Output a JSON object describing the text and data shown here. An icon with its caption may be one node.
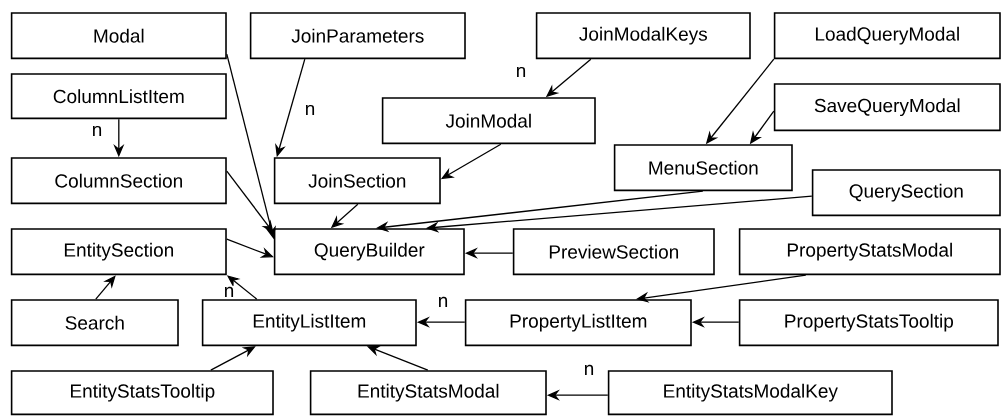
{
  "diagram": {
    "nodes": [
      {
        "text": [
          "Modal"
        ]
      },
      {
        "text": [
          "JoinParameters"
        ]
      },
      {
        "text": [
          "JoinModalKeys"
        ]
      },
      {
        "text": [
          "LoadQueryModal"
        ]
      },
      {
        "text": [
          "ColumnListItem"
        ]
      },
      {
        "text": [
          "JoinModal"
        ]
      },
      {
        "text": [
          "SaveQueryModal"
        ]
      },
      {
        "text": [
          "ColumnSection"
        ]
      },
      {
        "text": [
          "JoinSection"
        ]
      },
      {
        "text": [
          "MenuSection"
        ]
      },
      {
        "text": [
          "QuerySection"
        ]
      },
      {
        "text": [
          "EntitySection"
        ]
      },
      {
        "text": [
          "QueryBuilder"
        ]
      },
      {
        "text": [
          "PreviewSection"
        ]
      },
      {
        "text": [
          "PropertyStatsModal"
        ]
      },
      {
        "text": [
          "Search"
        ]
      },
      {
        "text": [
          "EntityListItem"
        ]
      },
      {
        "text": [
          "PropertyListItem"
        ]
      },
      {
        "text": [
          "PropertyStatsTooltip"
        ]
      },
      {
        "text": [
          "EntityStatsTooltip"
        ]
      },
      {
        "text": [
          "EntityStatsModal"
        ]
      },
      {
        "text": [
          "EntityStatsModalKey"
        ]
      }
    ],
    "edges": [
      {
        "from": 0,
        "to": 12,
        "arrow": "to"
      },
      {
        "from": 1,
        "to": 8,
        "arrow": "to",
        "label": "n"
      },
      {
        "from": 2,
        "to": 5,
        "arrow": "to",
        "label": "n"
      },
      {
        "from": 3,
        "to": 9,
        "arrow": "to"
      },
      {
        "from": 6,
        "to": 9,
        "arrow": "to"
      },
      {
        "from": 4,
        "to": 7,
        "arrow": "to",
        "label": "n"
      },
      {
        "from": 5,
        "to": 8,
        "arrow": "to"
      },
      {
        "from": 7,
        "to": 12,
        "arrow": "to"
      },
      {
        "from": 8,
        "to": 12,
        "arrow": "to"
      },
      {
        "from": 9,
        "to": 12,
        "arrow": "to"
      },
      {
        "from": 10,
        "to": 12,
        "arrow": "to"
      },
      {
        "from": 11,
        "to": 12,
        "arrow": "to"
      },
      {
        "from": 13,
        "to": 12,
        "arrow": "to"
      },
      {
        "from": 15,
        "to": 11,
        "arrow": "to"
      },
      {
        "from": 16,
        "to": 11,
        "arrow": "to",
        "label": "n"
      },
      {
        "from": 14,
        "to": 17,
        "arrow": "to"
      },
      {
        "from": 17,
        "to": 16,
        "arrow": "to",
        "label": "n"
      },
      {
        "from": 18,
        "to": 17,
        "arrow": "to"
      },
      {
        "from": 19,
        "to": 16,
        "arrow": "to"
      },
      {
        "from": 20,
        "to": 16,
        "arrow": "to"
      },
      {
        "from": 21,
        "to": 20,
        "arrow": "to",
        "label": "n"
      }
    ]
  }
}
